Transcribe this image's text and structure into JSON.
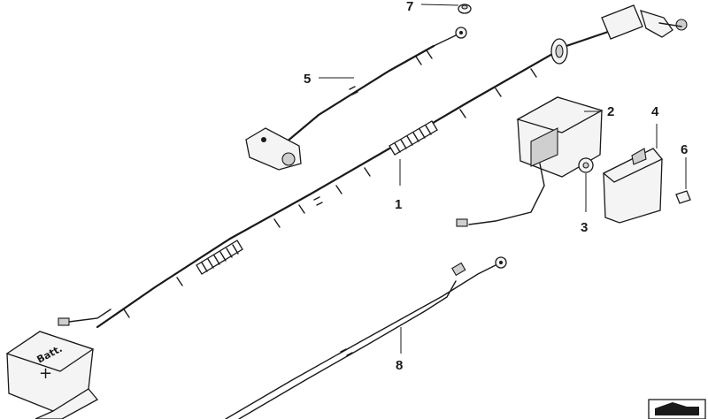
{
  "callouts": [
    {
      "id": "1",
      "label": "1"
    },
    {
      "id": "2",
      "label": "2"
    },
    {
      "id": "3",
      "label": "3"
    },
    {
      "id": "4",
      "label": "4"
    },
    {
      "id": "5",
      "label": "5"
    },
    {
      "id": "6",
      "label": "6"
    },
    {
      "id": "7",
      "label": "7"
    },
    {
      "id": "8",
      "label": "8"
    }
  ],
  "battery_terminal": {
    "text": "Batt.",
    "symbol": "+"
  }
}
